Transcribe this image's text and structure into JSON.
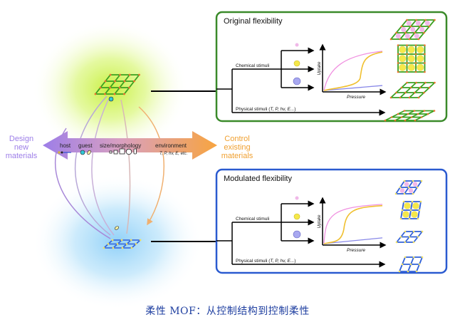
{
  "left_label": [
    "Design",
    "new",
    "materials"
  ],
  "right_label": [
    "Control",
    "existing",
    "materials"
  ],
  "arrow": {
    "host": "host",
    "guest": "guest",
    "size": "size/morphology",
    "environment": "environment",
    "env_detail": "T, P, hv, E, etc."
  },
  "panels": [
    {
      "title": "Original flexibility",
      "chemical": "Chemical stimuli",
      "physical_prefix": "Physical stimuli (",
      "physical_italic": "T, P, hv, E...",
      "physical_suffix": ")",
      "ylabel": "Uptake",
      "xlabel": "Pressure",
      "color": "#3a8a2a"
    },
    {
      "title": "Modulated flexibility",
      "chemical": "Chemical stimuli",
      "physical_prefix": "Physical stimuli (",
      "physical_italic": "T, P, hv, E...",
      "physical_suffix": ")",
      "ylabel": "Uptake",
      "xlabel": "Pressure",
      "color": "#2a5ad0"
    }
  ],
  "colors": {
    "guest_pink": "#f0b8e8",
    "guest_yellow": "#f5e84a",
    "guest_blue": "#a8a8f0",
    "curve_pink": "#f090e0",
    "curve_yellow": "#f0c030",
    "curve_blue": "#8888e8",
    "green_glow": "#c8f040",
    "blue_glow": "#90d0f8",
    "arrow_left": "#a080e8",
    "arrow_right": "#f5a040"
  },
  "caption": "柔性 MOF：从控制结构到控制柔性"
}
